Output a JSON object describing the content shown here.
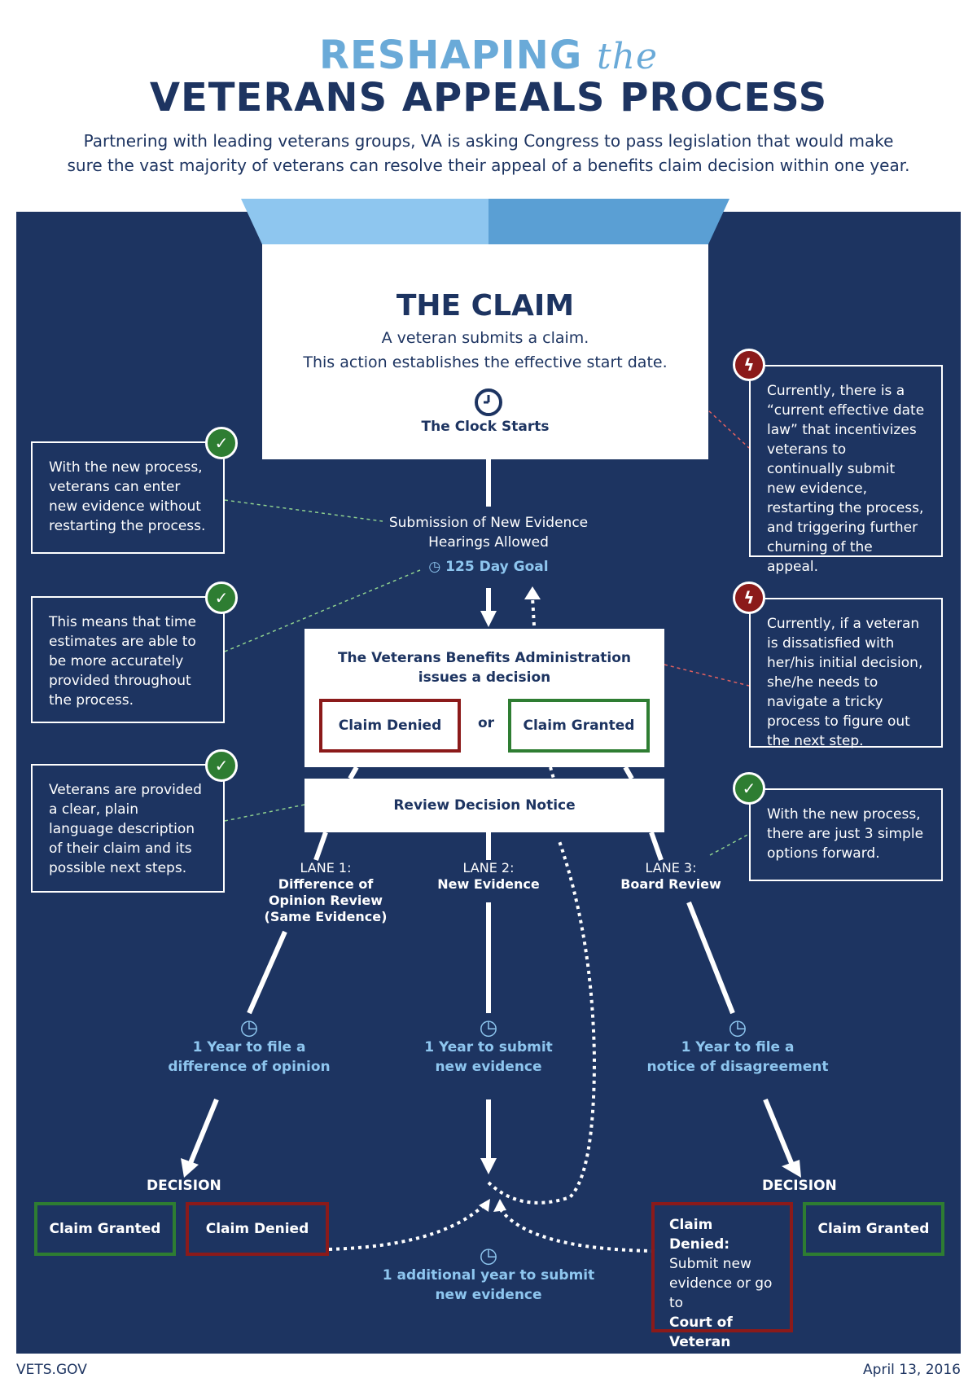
{
  "header": {
    "title_line1": "RESHAPING",
    "title_the": "the",
    "title_line2": "VETERANS APPEALS PROCESS",
    "intro": "Partnering with leading veterans groups, VA is asking Congress to pass legislation that would make sure the vast majority of veterans can resolve their appeal of a benefits claim decision within one year."
  },
  "claim": {
    "title": "THE CLAIM",
    "line1": "A veteran submits a claim.",
    "line2": "This action establishes the effective start date.",
    "clock_label": "The Clock Starts"
  },
  "evidence": {
    "line1": "Submission of New Evidence",
    "line2": "Hearings Allowed",
    "goal": "125 Day Goal"
  },
  "vba": {
    "title_line1": "The Veterans Benefits Administration",
    "title_line2": "issues a decision",
    "denied": "Claim Denied",
    "or": "or",
    "granted": "Claim Granted"
  },
  "review_notice": "Review Decision Notice",
  "lanes": [
    {
      "label": "LANE 1:",
      "name_lines": [
        "Difference of",
        "Opinion Review",
        "(Same Evidence)"
      ],
      "timer_lines": [
        "1 Year to file a",
        "difference of opinion"
      ]
    },
    {
      "label": "LANE 2:",
      "name_lines": [
        "New Evidence"
      ],
      "timer_lines": [
        "1 Year to submit",
        "new evidence"
      ]
    },
    {
      "label": "LANE 3:",
      "name_lines": [
        "Board Review"
      ],
      "timer_lines": [
        "1 Year to file a",
        "notice of disagreement"
      ]
    }
  ],
  "left_decision": {
    "heading": "DECISION",
    "granted": "Claim Granted",
    "denied": "Claim Denied"
  },
  "right_decision": {
    "heading": "DECISION",
    "denied_bold": "Claim Denied:",
    "denied_text": "Submit new evidence or go to",
    "denied_bold2": "Court of Veteran Claims",
    "granted": "Claim Granted"
  },
  "additional_year": {
    "line1": "1 additional year to submit",
    "line2": "new evidence"
  },
  "notes_left": [
    {
      "text": "With the new process, veterans can enter new evidence without restarting the process.",
      "type": "good"
    },
    {
      "text": "This means that time estimates are able to be more accurately provided throughout the process.",
      "type": "good"
    },
    {
      "text": "Veterans are provided a clear, plain language description of their claim and its possible next steps.",
      "type": "good"
    }
  ],
  "notes_right": [
    {
      "text": "Currently, there is a “current effective date law” that incentivizes veterans to continually submit new evidence, restarting the process, and triggering further churning of the appeal.",
      "type": "bad"
    },
    {
      "text": "Currently, if a veteran is dissatisfied with her/his initial decision, she/he needs to navigate a tricky process to figure out the next step.",
      "type": "bad"
    },
    {
      "text": "With the new process, there are just 3 simple options forward.",
      "type": "good"
    }
  ],
  "footer": {
    "left": "VETS.GOV",
    "right": "April 13, 2016"
  },
  "colors": {
    "navy": "#1d3461",
    "light_blue": "#6aaad8",
    "green": "#2e7d32",
    "red": "#8b1a1a"
  }
}
